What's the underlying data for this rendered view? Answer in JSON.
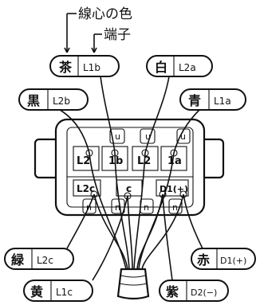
{
  "header": {
    "wire_color_caption": "線心の色",
    "terminal_caption": "端子"
  },
  "callouts": [
    {
      "id": "brown",
      "color_label": "茶",
      "terminal": "L1b"
    },
    {
      "id": "white",
      "color_label": "白",
      "terminal": "L2a"
    },
    {
      "id": "black",
      "color_label": "黒",
      "terminal": "L2b"
    },
    {
      "id": "blue",
      "color_label": "青",
      "terminal": "L1a"
    },
    {
      "id": "green",
      "color_label": "緑",
      "terminal": "L2c"
    },
    {
      "id": "red",
      "color_label": "赤",
      "terminal": "D1(+)"
    },
    {
      "id": "yellow",
      "color_label": "黄",
      "terminal": "L1c"
    },
    {
      "id": "purple",
      "color_label": "紫",
      "terminal": "D2(−)"
    }
  ],
  "connector_labels": {
    "top_slots": [
      "u",
      "u",
      "u"
    ],
    "upper_row": [
      "L2",
      "1b",
      "L2",
      "1a"
    ],
    "lower_row": [
      "L2c",
      "c",
      "D1(+)"
    ],
    "bottom_slots": [
      "n",
      "n",
      "n",
      "n"
    ]
  }
}
